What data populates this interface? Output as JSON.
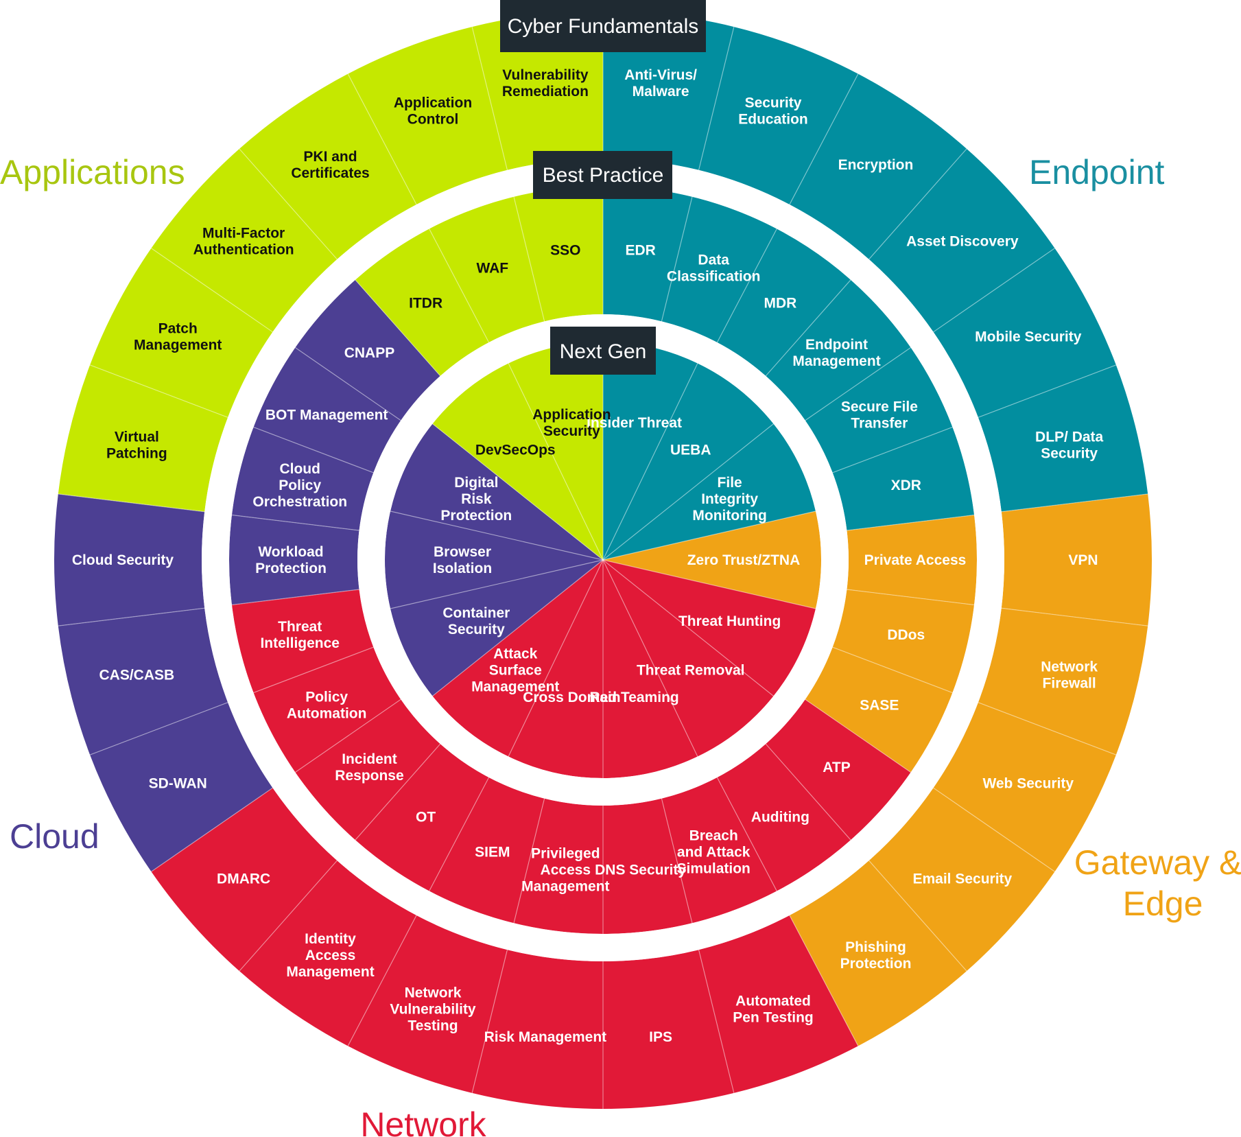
{
  "rings": {
    "outer": "Cyber Fundamentals",
    "middle": "Best Practice",
    "inner": "Next Gen"
  },
  "domains": [
    {
      "id": "applications",
      "name": "Applications",
      "color": "#c5e800",
      "text_color": "#111111",
      "label_color": "#a8c610"
    },
    {
      "id": "endpoint",
      "name": "Endpoint",
      "color": "#028e9f",
      "text_color": "#ffffff",
      "label_color": "#1a8fa1"
    },
    {
      "id": "gateway",
      "name": "Gateway & Edge",
      "color": "#f0a316",
      "text_color": "#ffffff",
      "label_color": "#f0a316"
    },
    {
      "id": "network",
      "name": "Network",
      "color": "#e11937",
      "text_color": "#ffffff",
      "label_color": "#e11937"
    },
    {
      "id": "cloud",
      "name": "Cloud",
      "color": "#4c3f93",
      "text_color": "#ffffff",
      "label_color": "#4c3f93"
    }
  ],
  "segments": {
    "outer": [
      {
        "label": "Anti-Virus/ Malware",
        "domain": "endpoint"
      },
      {
        "label": "Security Education",
        "domain": "endpoint"
      },
      {
        "label": "Encryption",
        "domain": "endpoint"
      },
      {
        "label": "Asset Discovery",
        "domain": "endpoint"
      },
      {
        "label": "Mobile Security",
        "domain": "endpoint"
      },
      {
        "label": "DLP/ Data Security",
        "domain": "endpoint"
      },
      {
        "label": "VPN",
        "domain": "gateway"
      },
      {
        "label": "Network Firewall",
        "domain": "gateway"
      },
      {
        "label": "Web Security",
        "domain": "gateway"
      },
      {
        "label": "Email Security",
        "domain": "gateway"
      },
      {
        "label": "Phishing Protection",
        "domain": "gateway"
      },
      {
        "label": "Automated Pen Testing",
        "domain": "network"
      },
      {
        "label": "IPS",
        "domain": "network"
      },
      {
        "label": "Risk Management",
        "domain": "network"
      },
      {
        "label": "Network Vulnerability Testing",
        "domain": "network"
      },
      {
        "label": "Identity Access Management",
        "domain": "network"
      },
      {
        "label": "DMARC",
        "domain": "network"
      },
      {
        "label": "SD-WAN",
        "domain": "cloud"
      },
      {
        "label": "CAS/CASB",
        "domain": "cloud"
      },
      {
        "label": "Cloud Security",
        "domain": "cloud"
      },
      {
        "label": "Virtual Patching",
        "domain": "applications"
      },
      {
        "label": "Patch Management",
        "domain": "applications"
      },
      {
        "label": "Multi-Factor Authentication",
        "domain": "applications"
      },
      {
        "label": "PKI and Certificates",
        "domain": "applications"
      },
      {
        "label": "Application Control",
        "domain": "applications"
      },
      {
        "label": "Vulnerability Remediation",
        "domain": "applications"
      }
    ],
    "middle": [
      {
        "label": "EDR",
        "domain": "endpoint"
      },
      {
        "label": "Data Classification",
        "domain": "endpoint"
      },
      {
        "label": "MDR",
        "domain": "endpoint"
      },
      {
        "label": "Endpoint Management",
        "domain": "endpoint"
      },
      {
        "label": "Secure File Transfer",
        "domain": "endpoint"
      },
      {
        "label": "XDR",
        "domain": "endpoint"
      },
      {
        "label": "Private Access",
        "domain": "gateway"
      },
      {
        "label": "DDos",
        "domain": "gateway"
      },
      {
        "label": "SASE",
        "domain": "gateway"
      },
      {
        "label": "ATP",
        "domain": "network"
      },
      {
        "label": "Auditing",
        "domain": "network"
      },
      {
        "label": "Breach and Attack Simulation",
        "domain": "network"
      },
      {
        "label": "DNS Security",
        "domain": "network"
      },
      {
        "label": "Privileged Access Management",
        "domain": "network"
      },
      {
        "label": "SIEM",
        "domain": "network"
      },
      {
        "label": "OT",
        "domain": "network"
      },
      {
        "label": "Incident Response",
        "domain": "network"
      },
      {
        "label": "Policy Automation",
        "domain": "network"
      },
      {
        "label": "Threat Intelligence",
        "domain": "network"
      },
      {
        "label": "Workload Protection",
        "domain": "cloud"
      },
      {
        "label": "Cloud Policy Orchestration",
        "domain": "cloud"
      },
      {
        "label": "BOT Management",
        "domain": "cloud"
      },
      {
        "label": "CNAPP",
        "domain": "cloud"
      },
      {
        "label": "ITDR",
        "domain": "applications"
      },
      {
        "label": "WAF",
        "domain": "applications"
      },
      {
        "label": "SSO",
        "domain": "applications"
      }
    ],
    "inner": [
      {
        "label": "Insider Threat",
        "domain": "endpoint"
      },
      {
        "label": "UEBA",
        "domain": "endpoint"
      },
      {
        "label": "File Integrity Monitoring",
        "domain": "endpoint"
      },
      {
        "label": "Zero Trust/ZTNA",
        "domain": "gateway"
      },
      {
        "label": "Threat Hunting",
        "domain": "network"
      },
      {
        "label": "Threat Removal",
        "domain": "network"
      },
      {
        "label": "Red Teaming",
        "domain": "network"
      },
      {
        "label": "Cross Domain",
        "domain": "network"
      },
      {
        "label": "Attack Surface Management",
        "domain": "network"
      },
      {
        "label": "Container Security",
        "domain": "cloud"
      },
      {
        "label": "Browser Isolation",
        "domain": "cloud"
      },
      {
        "label": "Digital Risk Protection",
        "domain": "cloud"
      },
      {
        "label": "DevSecOps",
        "domain": "applications"
      },
      {
        "label": "Application Security",
        "domain": "applications"
      }
    ]
  }
}
